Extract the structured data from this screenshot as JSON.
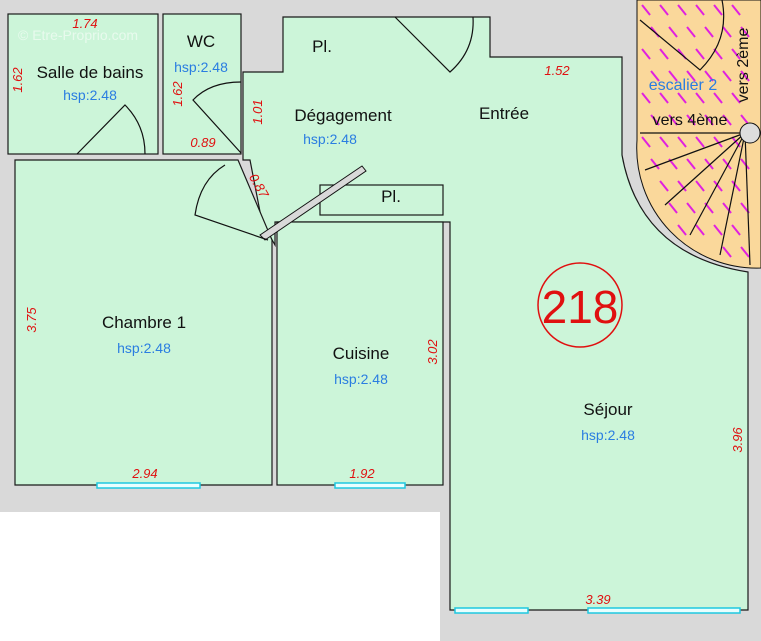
{
  "watermark": "© Etre-Proprio.com",
  "apartment_number": "218",
  "colors": {
    "room": "#ccf5d9",
    "wall": "#d9d9d9",
    "stair": "#fad89b",
    "stair_hatch": "#e020e0",
    "dimension": "#e01010",
    "hsp": "#2a7de1",
    "window": "#1fc8e0"
  },
  "rooms": {
    "salle_de_bains": {
      "name": "Salle de bains",
      "hsp": "hsp:2.48",
      "dims": [
        "1.74",
        "1.62"
      ]
    },
    "wc": {
      "name": "WC",
      "hsp": "hsp:2.48",
      "dims": [
        "1.62",
        "0.89",
        "1.01"
      ]
    },
    "placard1": {
      "name": "Pl."
    },
    "placard2": {
      "name": "Pl."
    },
    "degagement": {
      "name": "Dégagement",
      "hsp": "hsp:2.48",
      "dims": [
        "0.87"
      ]
    },
    "entree": {
      "name": "Entrée",
      "dims": [
        "1.52"
      ]
    },
    "chambre1": {
      "name": "Chambre 1",
      "hsp": "hsp:2.48",
      "dims": [
        "3.75",
        "2.94"
      ]
    },
    "cuisine": {
      "name": "Cuisine",
      "hsp": "hsp:2.48",
      "dims": [
        "3.02",
        "1.92"
      ]
    },
    "sejour": {
      "name": "Séjour",
      "hsp": "hsp:2.48",
      "dims": [
        "3.96",
        "3.39"
      ]
    }
  },
  "stair": {
    "name": "escalier 2",
    "up": "vers 4ème",
    "down": "vers 2ème"
  }
}
